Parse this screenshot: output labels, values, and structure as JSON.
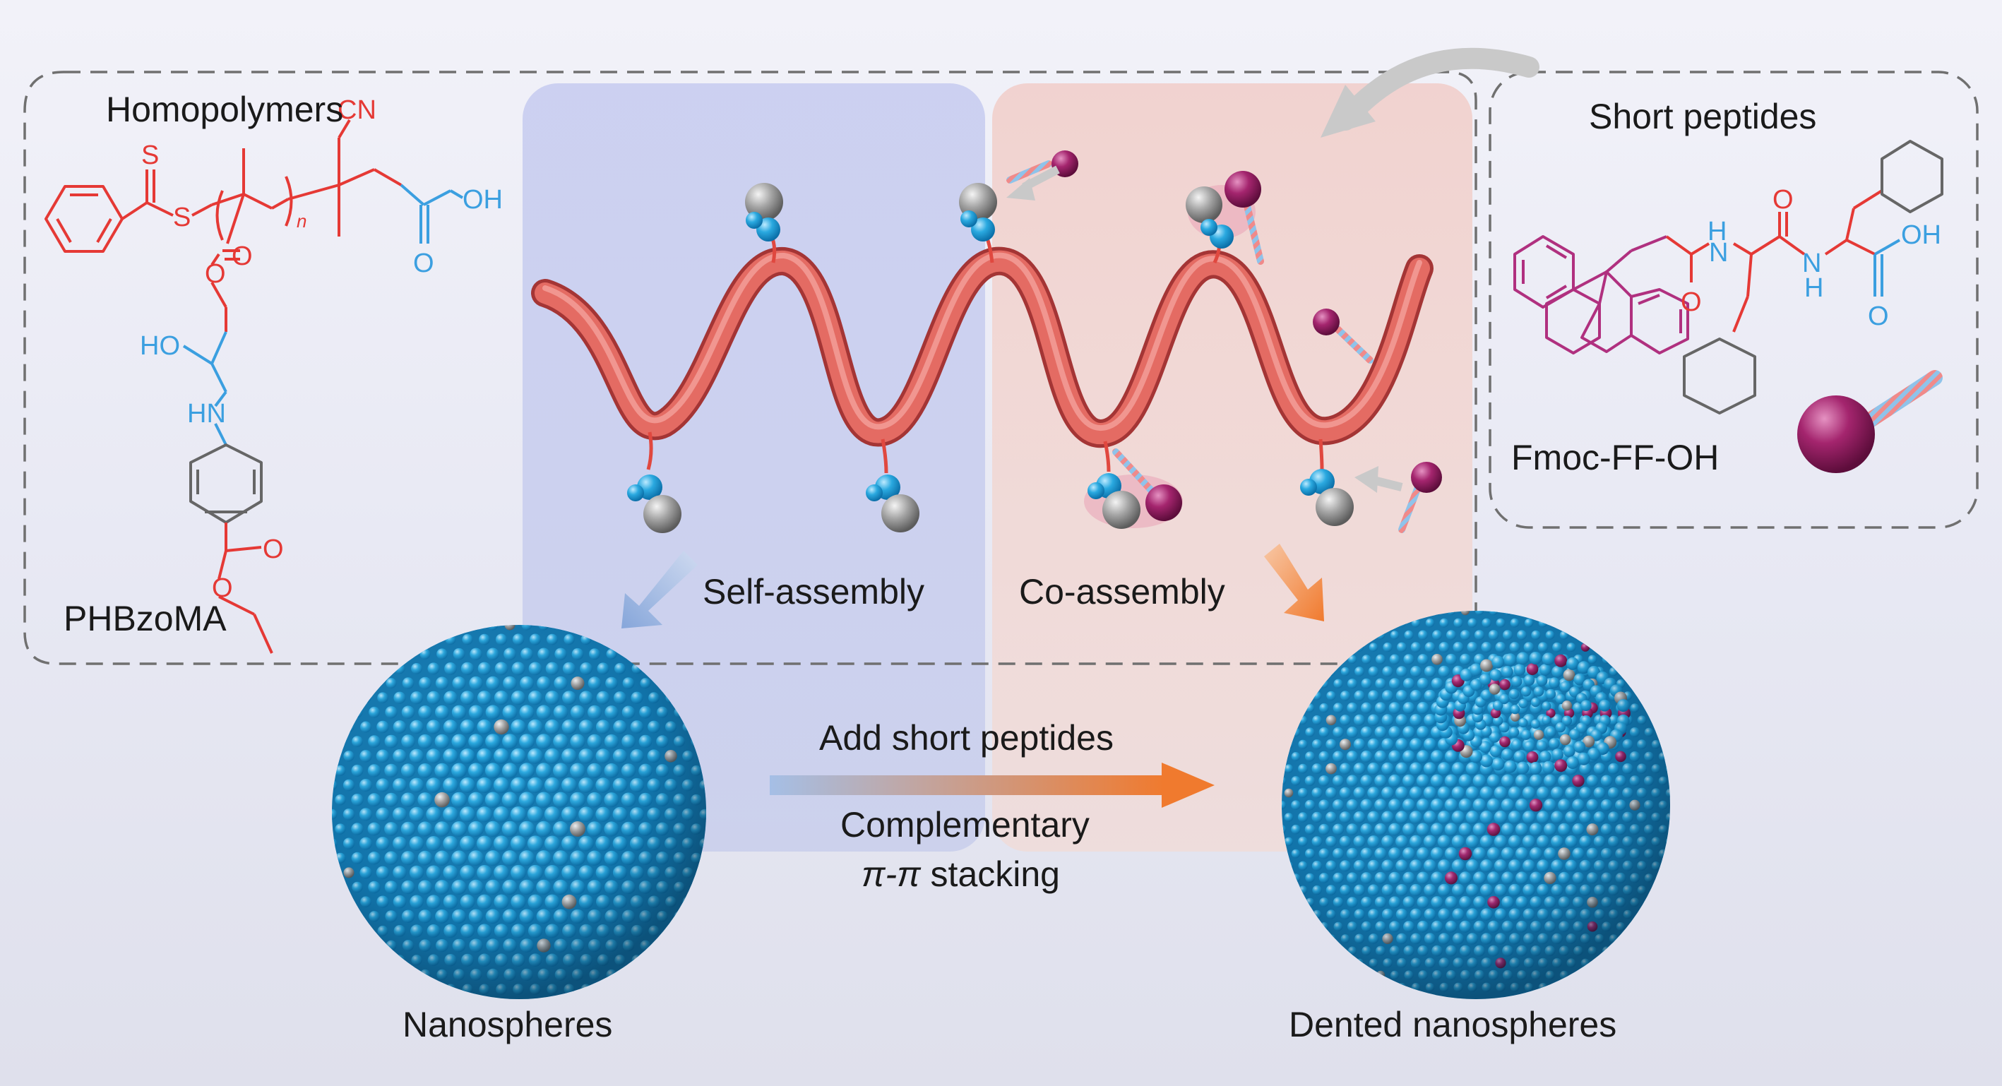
{
  "colors": {
    "blue_sphere": "#29a9de",
    "red_chain": "#e8483a",
    "peptide_purple": "#a4256e",
    "gray_bead": "#9a9a9a",
    "chem_red": "#e53935",
    "chem_blue": "#3b9fe0",
    "chem_gray": "#666666",
    "chem_purple": "#b0307f",
    "arrow_orange": "#f07a2e",
    "arrow_blue": "#9ab5e0"
  },
  "labels": {
    "homopolymers": "Homopolymers",
    "short_peptides": "Short peptides",
    "phbzoma": "PHBzoMA",
    "fmoc": "Fmoc-FF-OH",
    "self_assembly": "Self-assembly",
    "co_assembly": "Co-assembly",
    "add_peptides": "Add short peptides",
    "complementary": "Complementary",
    "pi_prefix": "π-π",
    "stacking": " stacking",
    "nanospheres": "Nanospheres",
    "dented": "Dented nanospheres"
  },
  "chem_labels": {
    "S_top": "S",
    "S_mid": "S",
    "n": "n",
    "CN": "CN",
    "OH_acid": "OH",
    "O_acid": "O",
    "O_ester": "O",
    "O_chain": "O",
    "HO": "HO",
    "HN": "HN",
    "O_ethyl1": "O",
    "O_ethyl2": "O",
    "f_H1": "H",
    "f_N1": "N",
    "f_O1": "O",
    "f_O2": "O",
    "f_N2": "N",
    "f_H2": "H",
    "f_OH": "OH",
    "f_O3": "O"
  }
}
